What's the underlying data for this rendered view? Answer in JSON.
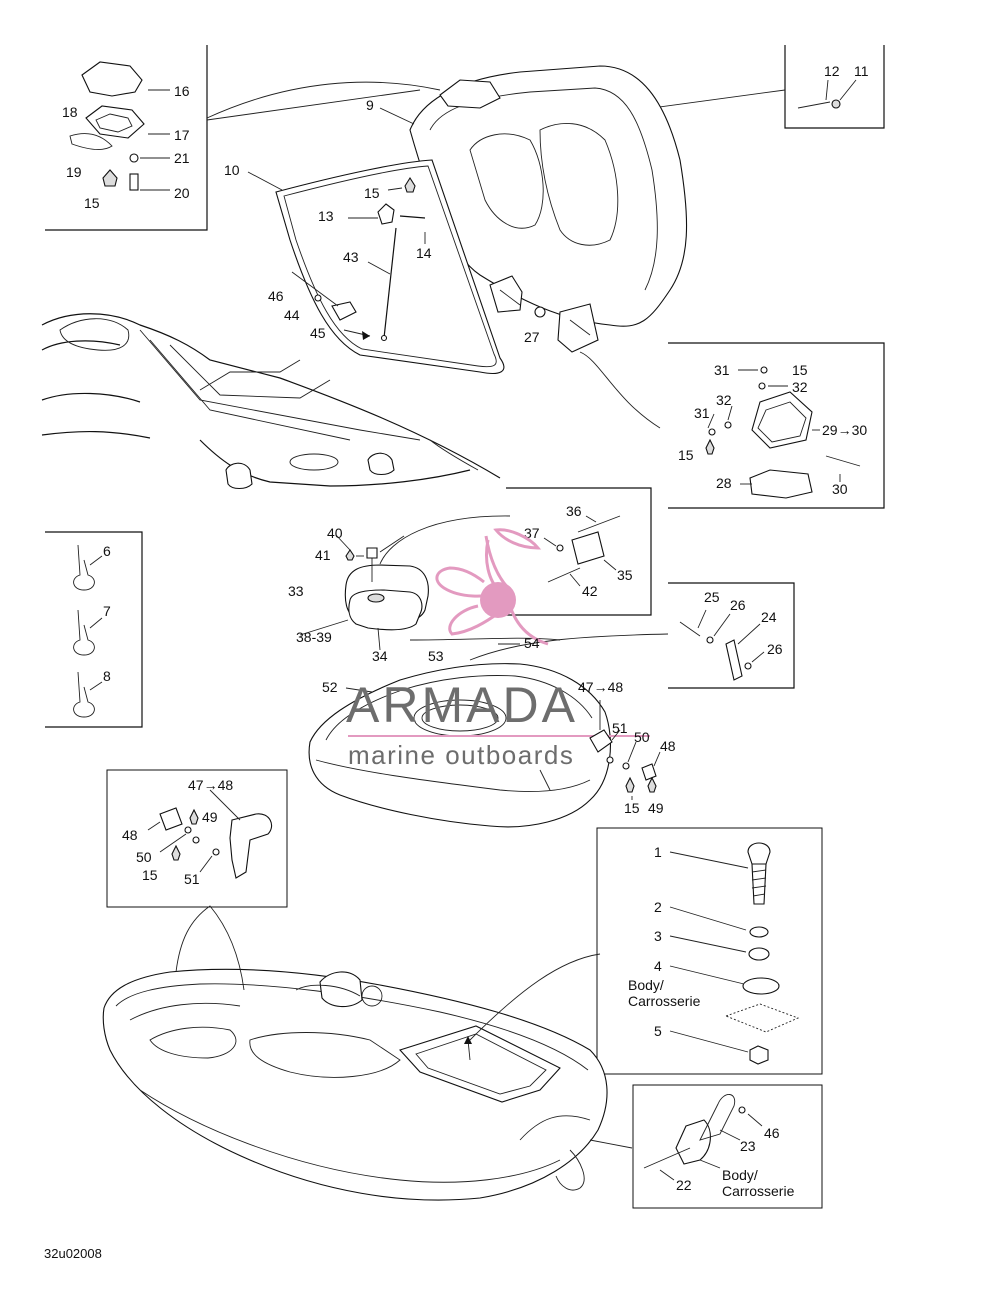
{
  "labels": {
    "n1": "1",
    "n2": "2",
    "n3": "3",
    "n4": "4",
    "n5": "5",
    "n6": "6",
    "n7": "7",
    "n8": "8",
    "n9": "9",
    "n10": "10",
    "n11": "11",
    "n12": "12",
    "n13": "13",
    "n14": "14",
    "n15": "15",
    "n16": "16",
    "n17": "17",
    "n18": "18",
    "n19": "19",
    "n20": "20",
    "n21": "21",
    "n22": "22",
    "n23": "23",
    "n24": "24",
    "n25": "25",
    "n26": "26",
    "n27": "27",
    "n28": "28",
    "n29_30": "29→30",
    "n30": "30",
    "n31": "31",
    "n32": "32",
    "n33": "33",
    "n34": "34",
    "n35": "35",
    "n36": "36",
    "n37": "37",
    "n38_39": "38-39",
    "n40": "40",
    "n41": "41",
    "n42": "42",
    "n43": "43",
    "n44": "44",
    "n45": "45",
    "n46": "46",
    "n47_48": "47→48",
    "n48": "48",
    "n49": "49",
    "n50": "50",
    "n51": "51",
    "n52": "52",
    "n53": "53",
    "n54": "54",
    "body_line1": "Body/",
    "body_line2": "Carrosserie",
    "footer_code": "32u02008"
  },
  "watermark": {
    "brand": "ARMADA",
    "tagline": "marine outboards",
    "logo_color": "#e39ac0",
    "text_color": "#6d6d6d"
  }
}
